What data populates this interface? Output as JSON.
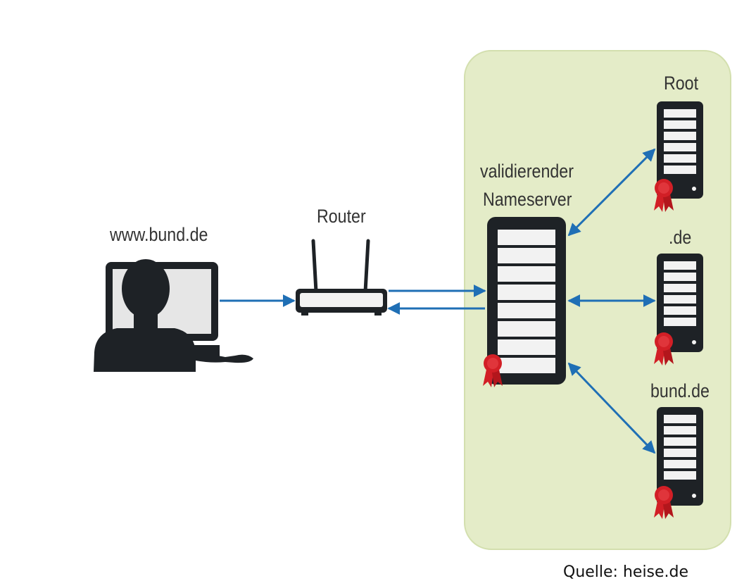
{
  "nodes": {
    "client": {
      "label": "www.bund.de"
    },
    "router": {
      "label": "Router"
    },
    "resolver": {
      "label_line1": "validierender",
      "label_line2": "Nameserver"
    },
    "root": {
      "label": "Root"
    },
    "tld": {
      "label": ".de"
    },
    "domain": {
      "label": "bund.de"
    }
  },
  "source": "Quelle: heise.de",
  "colors": {
    "panel": "#e4ecc8",
    "panel_border": "#d3dfae",
    "arrow": "#1f6fb5",
    "device": "#1e2226",
    "seal": "#d21f26"
  }
}
